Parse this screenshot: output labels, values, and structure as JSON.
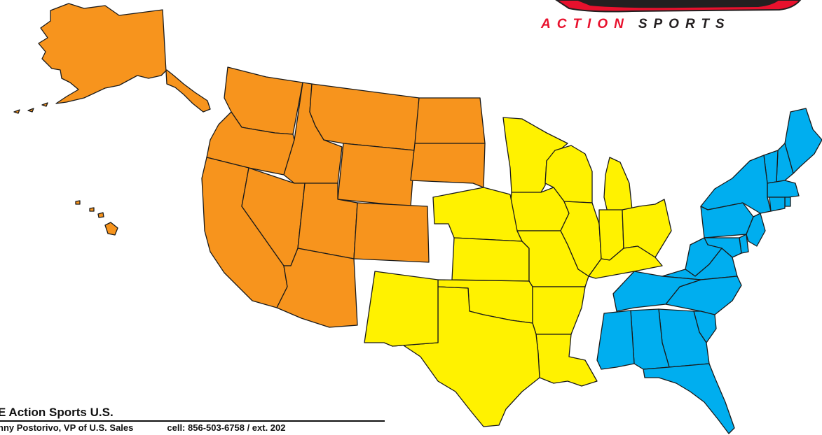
{
  "brand": {
    "word1": "ACTION",
    "word2": "SPORTS",
    "accent_color": "#e8112d"
  },
  "contact": {
    "title": "E Action Sports U.S.",
    "person": "nny Postorivo, VP of U.S. Sales",
    "phone": "cell: 856-503-6758 / ext. 202"
  },
  "regions": [
    {
      "id": "west",
      "color": "#f7941d",
      "states": [
        "WA",
        "OR",
        "CA",
        "ID",
        "NV",
        "MT",
        "WY",
        "UT",
        "AZ",
        "CO",
        "ND",
        "SD",
        "AK",
        "HI"
      ]
    },
    {
      "id": "central",
      "color": "#fff200",
      "states": [
        "MN",
        "WI",
        "MI",
        "IA",
        "IL",
        "IN",
        "OH",
        "KY",
        "MO",
        "NE",
        "KS",
        "OK",
        "TX",
        "NM",
        "AR",
        "LA"
      ]
    },
    {
      "id": "east",
      "color": "#00aeef",
      "states": [
        "ME",
        "NH",
        "VT",
        "MA",
        "CT",
        "RI",
        "NY",
        "PA",
        "NJ",
        "DE",
        "MD",
        "WV",
        "VA",
        "NC",
        "SC",
        "GA",
        "FL",
        "AL",
        "MS",
        "TN"
      ]
    }
  ]
}
